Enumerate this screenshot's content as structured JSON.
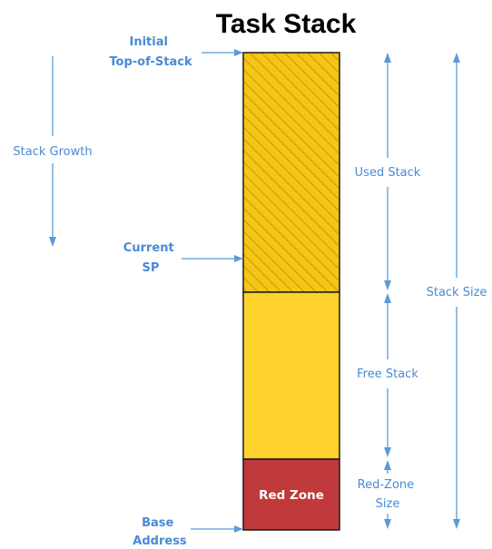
{
  "title": "Task Stack",
  "colors": {
    "label": "#4a8ad4",
    "arrow": "#5b9bd5",
    "used_stack_fill": "#f5c518",
    "used_stack_hatch": "#c89a00",
    "free_stack_fill": "#fdd22c",
    "red_zone_fill": "#c0393b",
    "outline": "#1a1a1a"
  },
  "pointers": {
    "initial_top": [
      "Initial",
      "Top-of-Stack"
    ],
    "current_sp": [
      "Current",
      "SP"
    ],
    "base_address": [
      "Base",
      "Address"
    ]
  },
  "growth_label": "Stack Growth",
  "regions": {
    "used_stack": "Used Stack",
    "free_stack": "Free Stack",
    "red_zone": "Red Zone",
    "red_zone_size": [
      "Red-Zone",
      "Size"
    ],
    "stack_size": "Stack Size"
  }
}
